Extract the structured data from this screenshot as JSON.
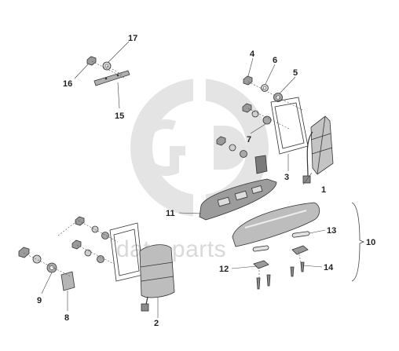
{
  "watermark": {
    "text": "data-parts",
    "color": "#d9d9d9"
  },
  "callouts": {
    "c1": "1",
    "c2": "2",
    "c3": "3",
    "c4": "4",
    "c5": "5",
    "c6": "6",
    "c7": "7",
    "c8": "8",
    "c9": "9",
    "c10": "10",
    "c11": "11",
    "c12": "12",
    "c13": "13",
    "c14": "14",
    "c15": "15",
    "c16": "16",
    "c17": "17"
  },
  "colors": {
    "lamp_lens": "#c8c8c8",
    "lamp_dark": "#8a8a8a",
    "line": "#333333"
  }
}
